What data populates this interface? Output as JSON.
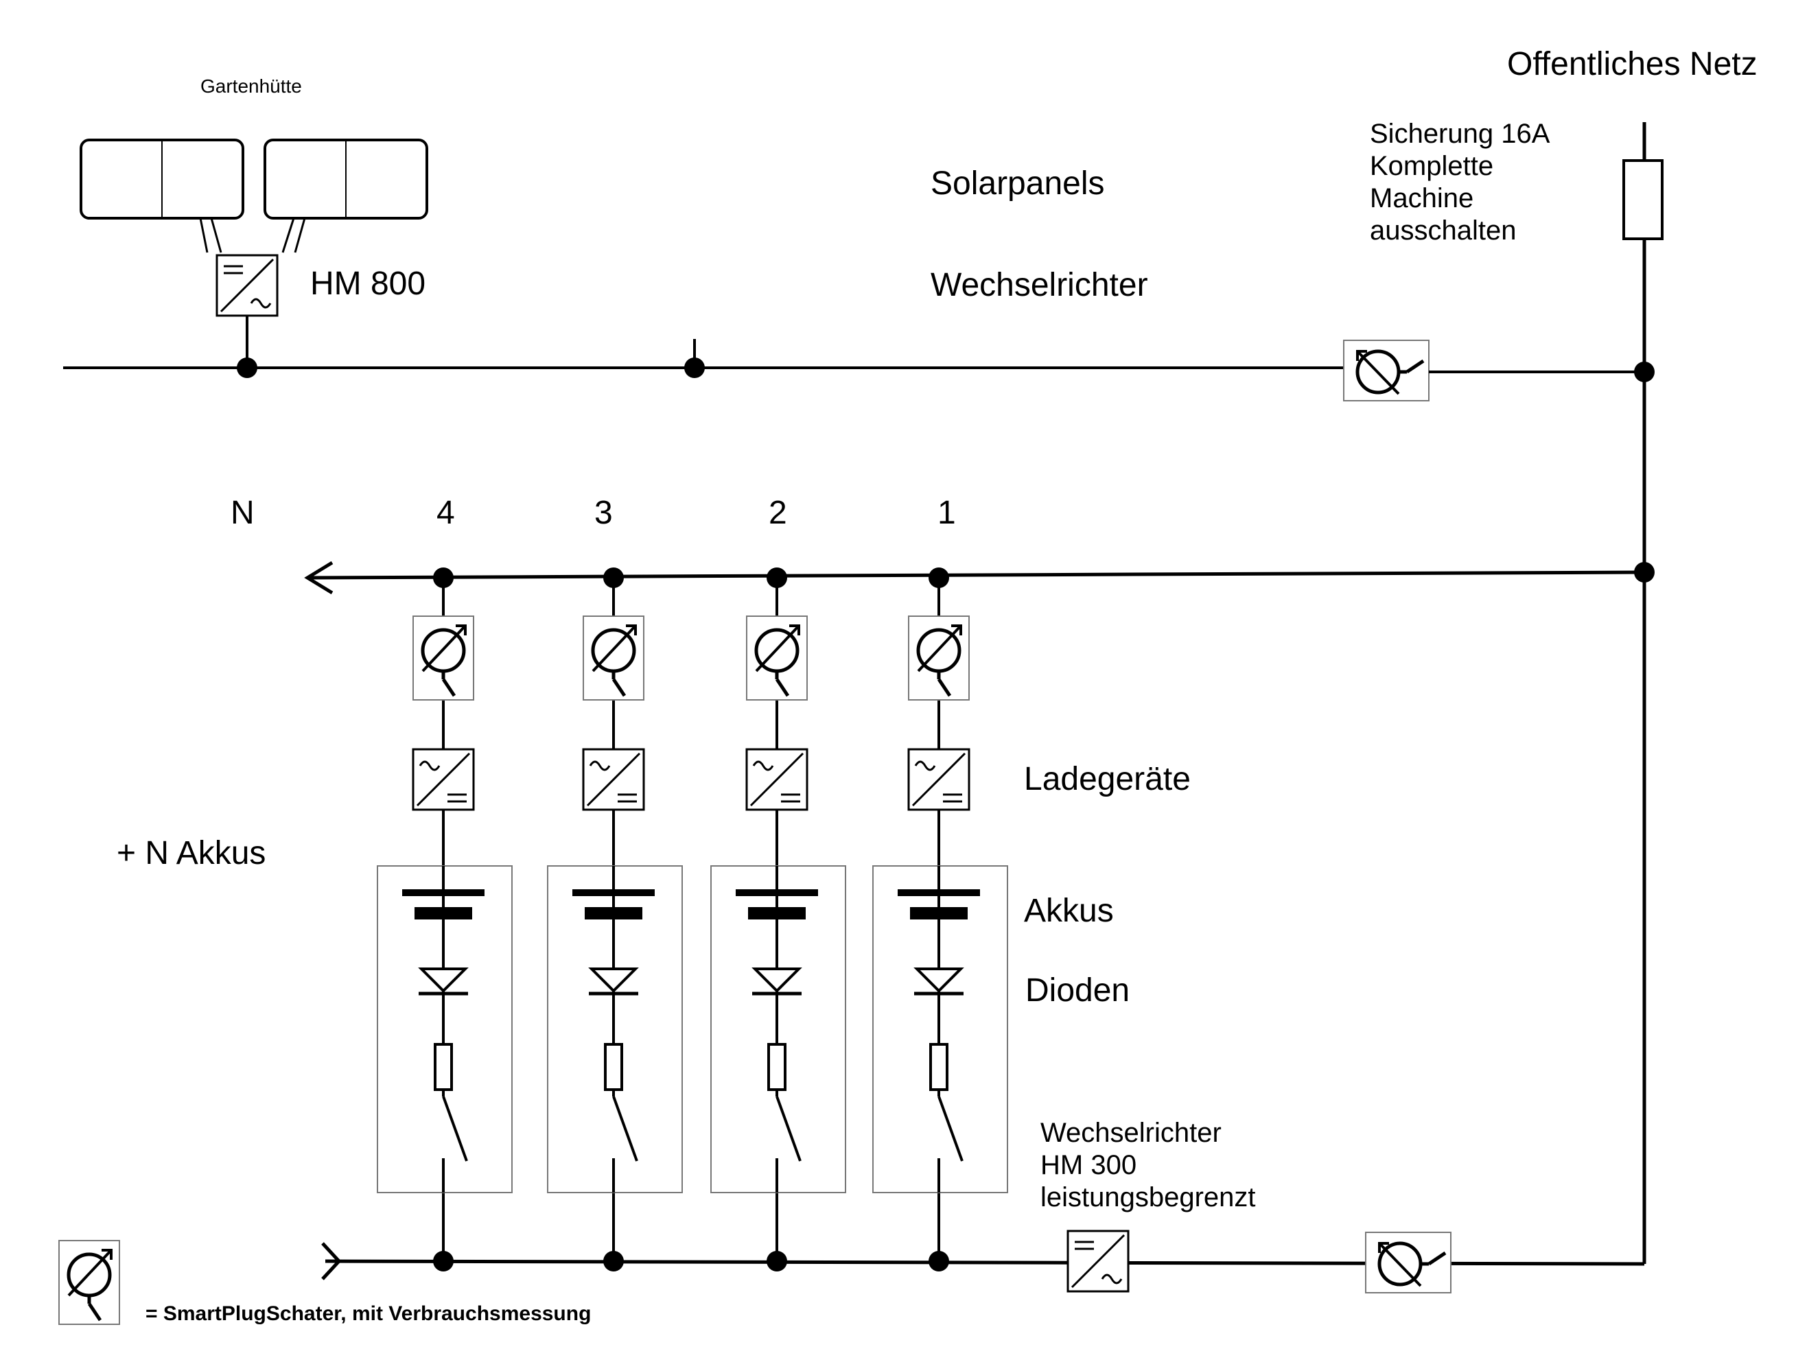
{
  "labels": {
    "garden_shed": "Gartenhütte",
    "solar_panels": "Solarpanels",
    "inverter_main": "Wechselrichter",
    "hm800": "HM 800",
    "public_grid": "Offentliches Netz",
    "fuse_lines": [
      "Sicherung 16A",
      "Komplette",
      "Machine",
      "ausschalten"
    ],
    "neutral": "N",
    "plus_n_batteries": "+ N Akkus",
    "chargers": "Ladegeräte",
    "batteries": "Akkus",
    "diodes": "Dioden",
    "inverter_hm300_lines": [
      "Wechselrichter",
      "HM 300",
      "leistungsbegrenzt"
    ],
    "legend": "= SmartPlugSchater, mit Verbrauchsmessung"
  },
  "branches": [
    {
      "number": "4"
    },
    {
      "number": "3"
    },
    {
      "number": "2"
    },
    {
      "number": "1"
    }
  ]
}
